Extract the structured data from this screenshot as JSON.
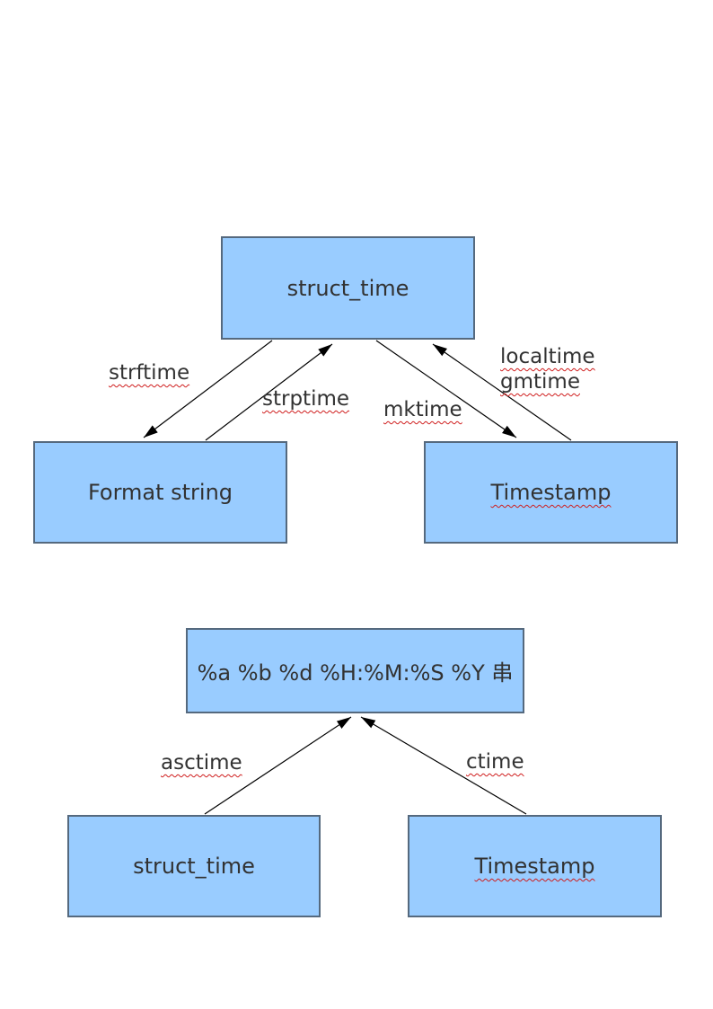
{
  "colors": {
    "node_fill": "#99ccff",
    "node_border": "#55697e",
    "arrow": "#000000",
    "text": "#323232",
    "spellcheck_underline": "#cf1d1d",
    "page_background": "#ffffff"
  },
  "diagram_top": {
    "nodes": [
      {
        "id": "struct_time",
        "label": "struct_time"
      },
      {
        "id": "format_string",
        "label": "Format string"
      },
      {
        "id": "timestamp",
        "label": "Timestamp"
      }
    ],
    "edges": [
      {
        "label": "strftime",
        "from": "struct_time",
        "to": "format_string"
      },
      {
        "label": "strptime",
        "from": "format_string",
        "to": "struct_time"
      },
      {
        "label": "mktime",
        "from": "struct_time",
        "to": "timestamp"
      },
      {
        "label": "localtime\ngmtime",
        "from": "timestamp",
        "to": "struct_time"
      }
    ]
  },
  "diagram_bottom": {
    "nodes": [
      {
        "id": "format_output",
        "label": "%a %b %d %H:%M:%S %Y 串"
      },
      {
        "id": "struct_time",
        "label": "struct_time"
      },
      {
        "id": "timestamp",
        "label": "Timestamp"
      }
    ],
    "edges": [
      {
        "label": "asctime",
        "from": "struct_time",
        "to": "format_output"
      },
      {
        "label": "ctime",
        "from": "timestamp",
        "to": "format_output"
      }
    ]
  }
}
